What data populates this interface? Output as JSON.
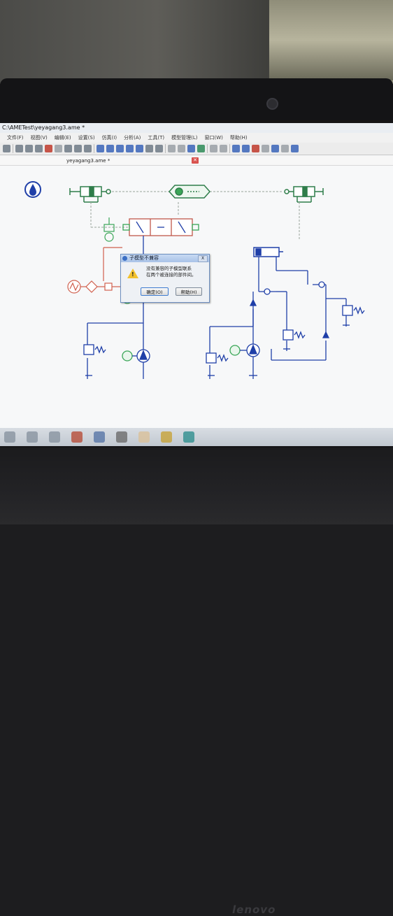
{
  "window": {
    "title": "C:\\AMETest\\yeyagang3.ame *"
  },
  "menu": [
    "文件(F)",
    "视图(V)",
    "编辑(E)",
    "设置(S)",
    "仿真(I)",
    "分析(A)",
    "工具(T)",
    "模型管理(L)",
    "窗口(W)",
    "帮助(H)"
  ],
  "tab": {
    "label": "yeyagang3.ame *",
    "close_label": "✕"
  },
  "dialog": {
    "title": "子模型不兼容",
    "line1": "没有兼容的子模型联系",
    "line2": "在两个被连接的部件间。",
    "ok_label": "确定(O)",
    "help_label": "帮助(H)",
    "close_label": "X"
  },
  "brand": "lenovo",
  "colors": {
    "hydraulic_blue": "#1f3fa8",
    "signal_green": "#3aa657",
    "signal_red": "#d0604e",
    "dialog_border": "#6d8fc0"
  }
}
